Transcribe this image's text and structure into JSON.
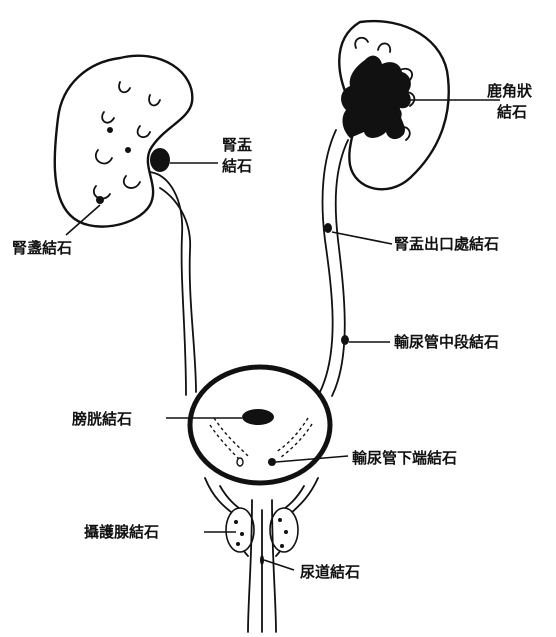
{
  "labels": {
    "renal_pelvis_stone": [
      "腎盂",
      "結石"
    ],
    "staghorn_stone": [
      "鹿角狀",
      "結石"
    ],
    "calyceal_stone": "腎盞結石",
    "upj_stone": "腎盂出口處結石",
    "mid_ureter_stone": "輸尿管中段結石",
    "bladder_stone": "膀胱結石",
    "distal_ureter_stone": "輸尿管下端結石",
    "prostate_stone": "攝護腺結石",
    "urethral_stone": "尿道結石"
  },
  "colors": {
    "line": "#111111",
    "fill": "#ffffff",
    "stone": "#111111"
  }
}
